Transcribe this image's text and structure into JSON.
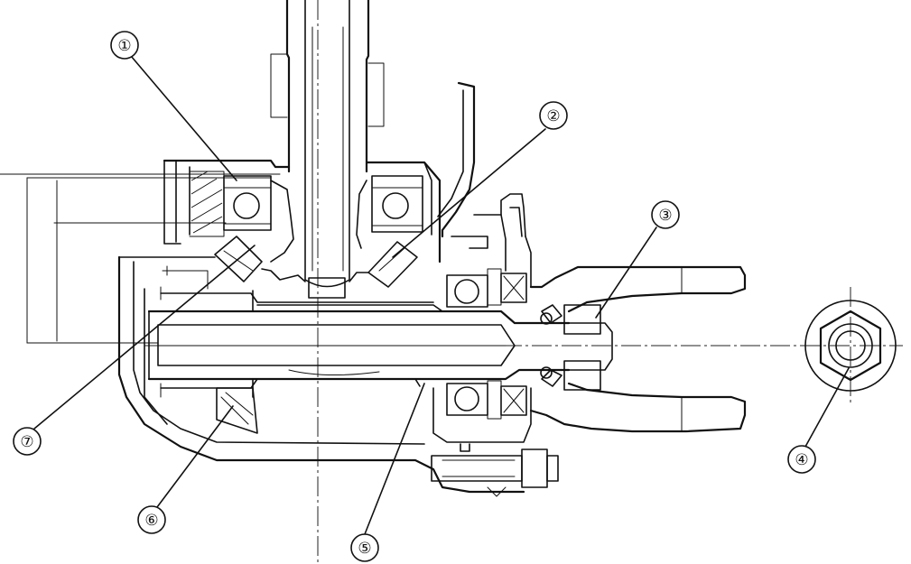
{
  "callouts": [
    {
      "id": "1",
      "label": "①"
    },
    {
      "id": "2",
      "label": "②"
    },
    {
      "id": "3",
      "label": "③"
    },
    {
      "id": "4",
      "label": "④"
    },
    {
      "id": "5",
      "label": "⑤"
    },
    {
      "id": "6",
      "label": "⑥"
    },
    {
      "id": "7",
      "label": "⑦"
    }
  ]
}
